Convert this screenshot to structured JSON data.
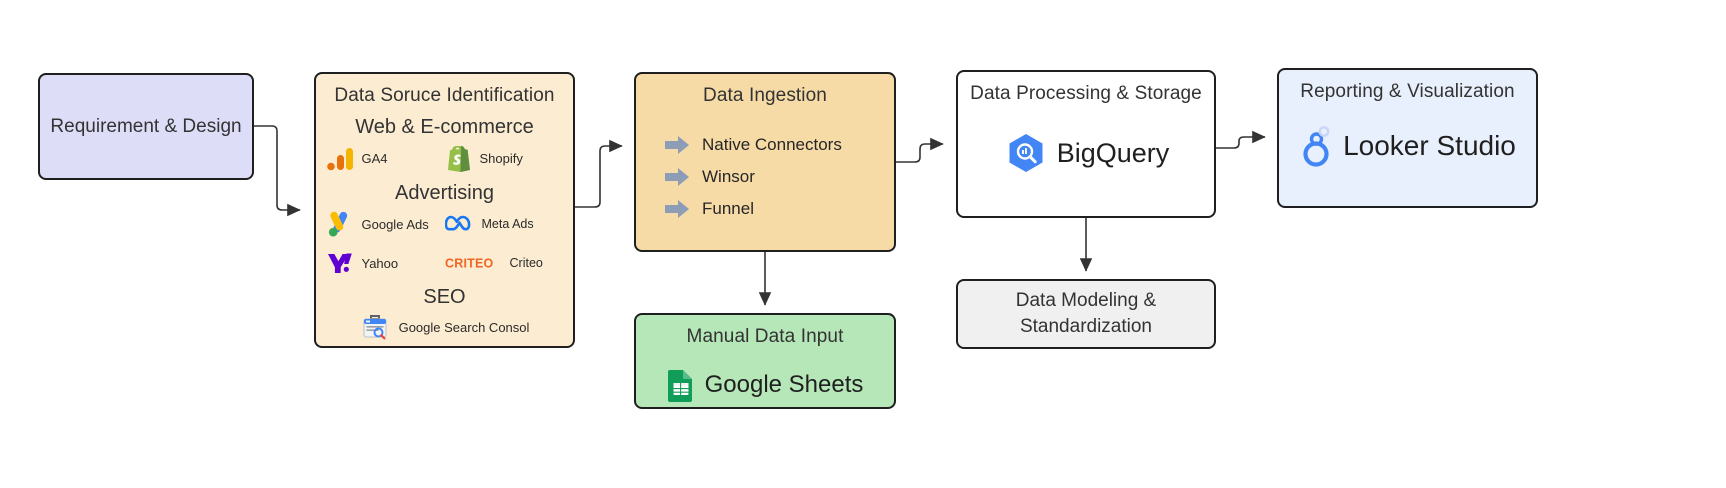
{
  "diagram": {
    "nodes": {
      "requirement_design": {
        "label": "Requirement & Design",
        "fill": "#ddddf8"
      },
      "data_source": {
        "title": "Data Soruce Identification",
        "fill": "#fcecd2",
        "groups": [
          {
            "heading": "Web & E-commerce",
            "items": [
              {
                "label": "GA4",
                "icon": "ga4-icon"
              },
              {
                "label": "Shopify",
                "icon": "shopify-icon"
              }
            ]
          },
          {
            "heading": "Advertising",
            "items": [
              {
                "label": "Google Ads",
                "icon": "google-ads-icon"
              },
              {
                "label": "Meta Ads",
                "icon": "meta-icon"
              },
              {
                "label": "Yahoo",
                "icon": "yahoo-icon"
              },
              {
                "label": "Criteo",
                "icon": "criteo-icon"
              }
            ]
          },
          {
            "heading": "SEO",
            "items": [
              {
                "label": "Google Search Consol",
                "icon": "search-console-icon"
              }
            ]
          }
        ]
      },
      "data_ingestion": {
        "title": "Data Ingestion",
        "fill": "#f7dba7",
        "items": [
          {
            "label": "Native Connectors",
            "icon": "arrow-right-icon"
          },
          {
            "label": "Winsor",
            "icon": "arrow-right-icon"
          },
          {
            "label": "Funnel",
            "icon": "arrow-right-icon"
          }
        ]
      },
      "manual_input": {
        "title": "Manual Data Input",
        "fill": "#b6e7b8",
        "brand": "Google Sheets",
        "brand_icon": "google-sheets-icon"
      },
      "data_processing": {
        "title": "Data Processing & Storage",
        "fill": "#ffffff",
        "brand": "BigQuery",
        "brand_icon": "bigquery-icon"
      },
      "data_modeling": {
        "line1": "Data Modeling &",
        "line2": "Standardization",
        "fill": "#f0f0f0"
      },
      "reporting": {
        "title": "Reporting & Visualization",
        "fill": "#e9f0fd",
        "brand": "Looker Studio",
        "brand_icon": "looker-studio-icon"
      }
    },
    "edges": [
      {
        "from": "requirement_design",
        "to": "data_source"
      },
      {
        "from": "data_source",
        "to": "data_ingestion"
      },
      {
        "from": "data_ingestion",
        "to": "data_processing"
      },
      {
        "from": "data_ingestion",
        "to": "manual_input"
      },
      {
        "from": "data_processing",
        "to": "reporting"
      },
      {
        "from": "data_processing",
        "to": "data_modeling"
      }
    ],
    "colors": {
      "edge": "#333333",
      "border": "#1f1f1f",
      "ingestion_arrow": "#8d9db6"
    }
  }
}
